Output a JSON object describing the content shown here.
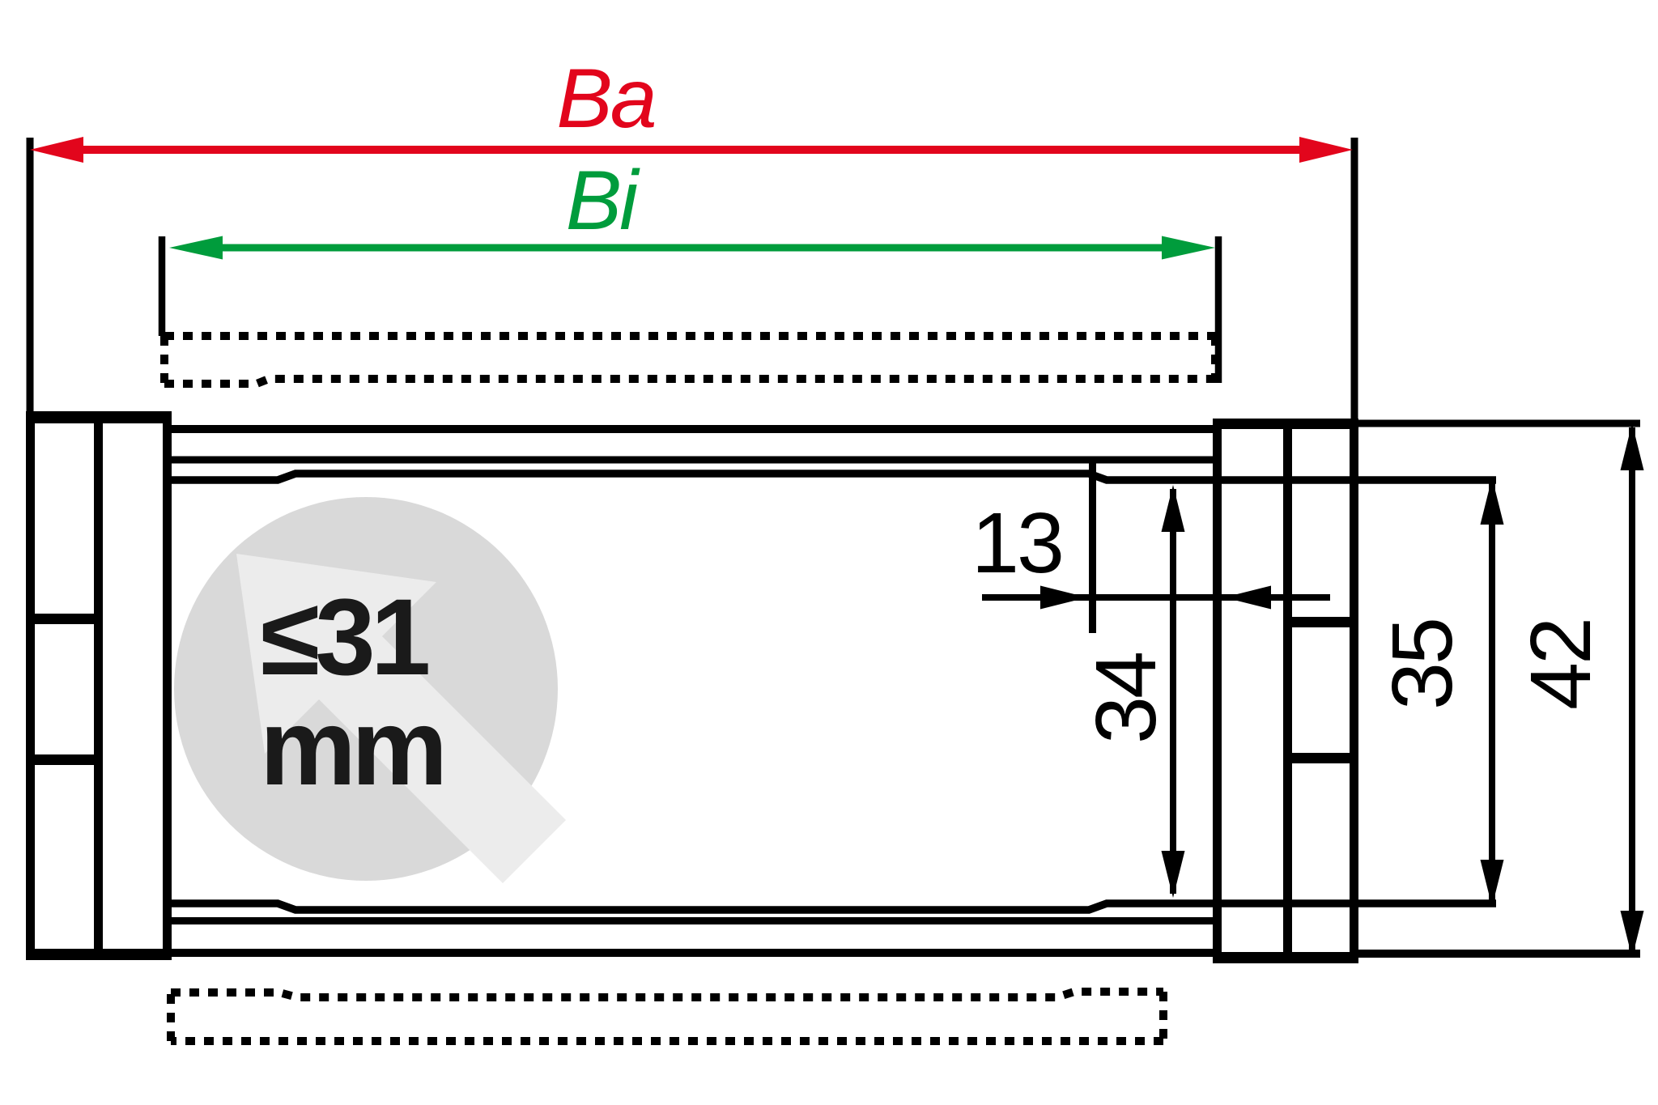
{
  "labels": {
    "ba": "Ba",
    "bi": "Bi",
    "dim13": "13",
    "dim34": "34",
    "dim35": "35",
    "dim42": "42",
    "watermark_line1": "≤31",
    "watermark_line2": "mm"
  },
  "colors": {
    "ba_red": "#e2051c",
    "bi_green": "#009c3c",
    "line_black": "#000000",
    "watermark_circle": "#d9d9d9",
    "watermark_arrow": "#ececec",
    "watermark_text": "#1a1a1a",
    "background": "#ffffff"
  }
}
